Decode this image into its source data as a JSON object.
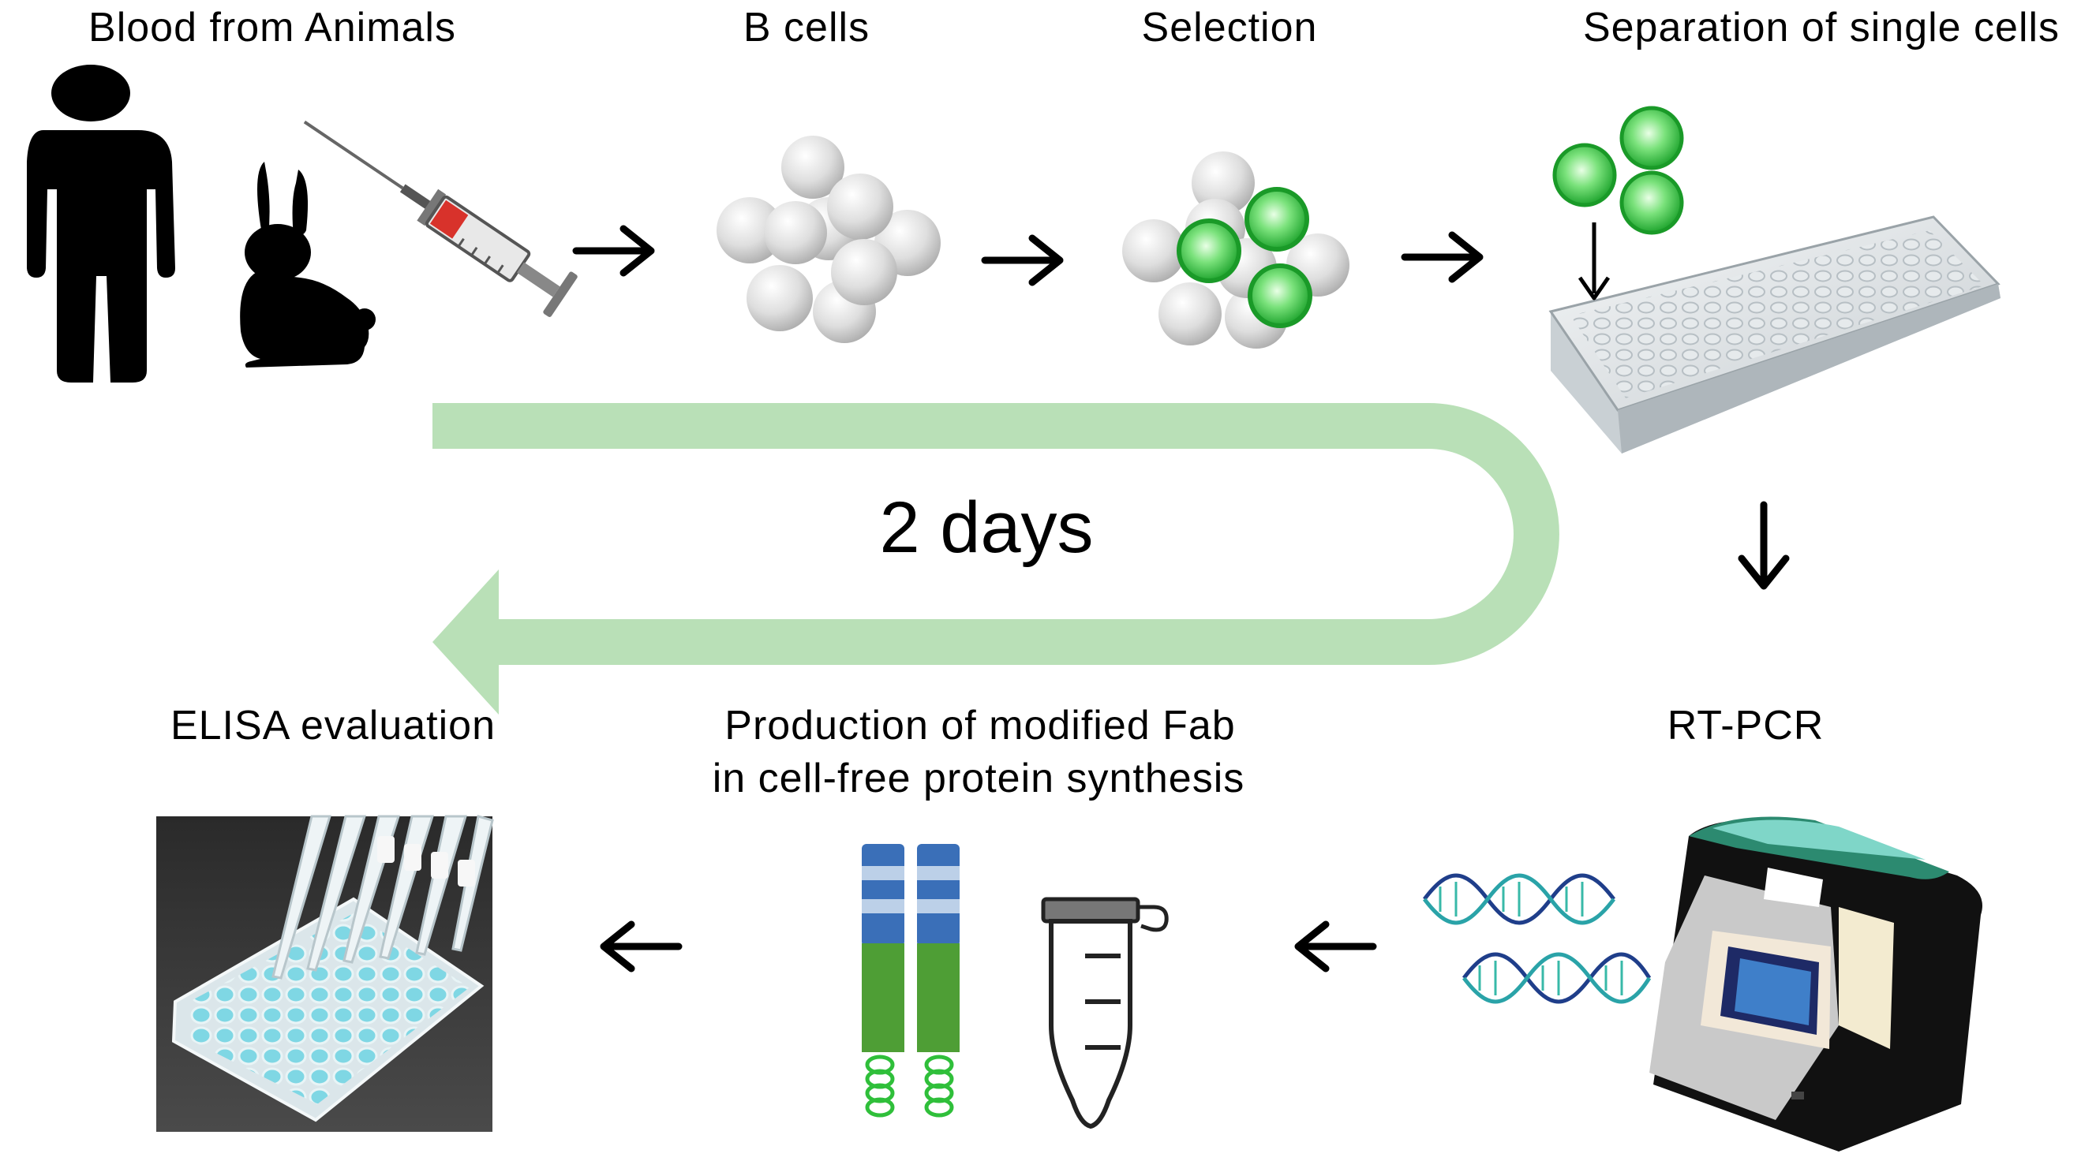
{
  "steps": {
    "blood": "Blood from Animals",
    "bcells": "B cells",
    "selection": "Selection",
    "separation": "Separation of single cells",
    "rtpcr": "RT-PCR",
    "production_line1": "Production of modified Fab",
    "production_line2": "in cell-free protein synthesis",
    "elisa": "ELISA evaluation"
  },
  "duration": "2 days",
  "colors": {
    "loop_arrow": "#b9e0b7",
    "selected_cell": "#2fbf3a",
    "cell": "#d4d4d4",
    "fab_heavy": "#3a6fb8",
    "fab_constant": "#4e9e35",
    "arrow": "#000000"
  },
  "icons": {
    "human": "human-silhouette-icon",
    "rabbit": "rabbit-silhouette-icon",
    "syringe": "syringe-icon",
    "plate": "96-well-plate-icon",
    "dna": "dna-helix-icon",
    "pcr": "thermocycler-icon",
    "fab": "fab-antibody-icon",
    "tube": "microtube-icon",
    "elisa": "elisa-plate-photo"
  }
}
